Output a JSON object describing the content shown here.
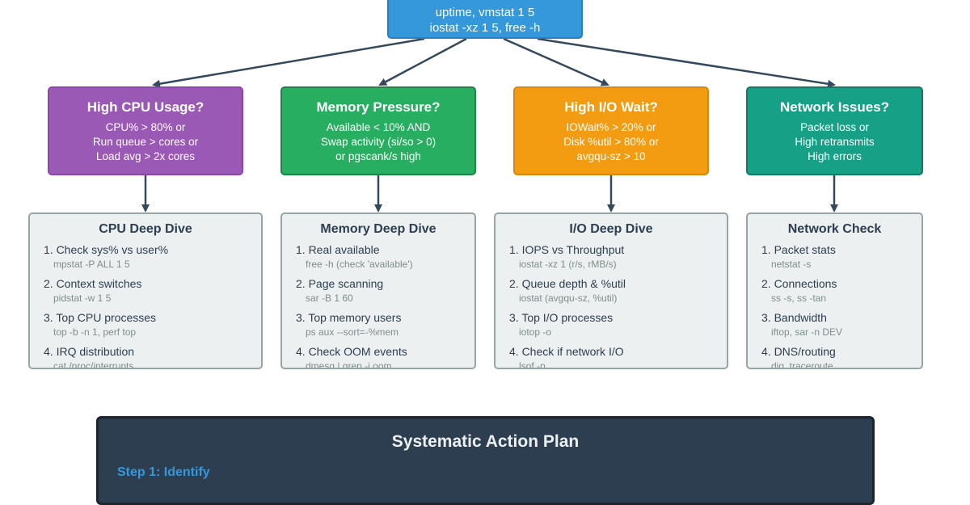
{
  "root": {
    "lines": [
      "uptime, vmstat 1 5",
      "iostat -xz 1 5, free -h"
    ]
  },
  "categories": [
    {
      "title": "High CPU Usage?",
      "lines": [
        "CPU% > 80% or",
        "Run queue > cores or",
        "Load avg > 2x cores"
      ],
      "color": "#9b59b6"
    },
    {
      "title": "Memory Pressure?",
      "lines": [
        "Available < 10% AND",
        "Swap activity (si/so > 0)",
        "or pgscank/s high"
      ],
      "color": "#27ae60"
    },
    {
      "title": "High I/O Wait?",
      "lines": [
        "IOWait% > 20% or",
        "Disk %util > 80% or",
        "avgqu-sz > 10"
      ],
      "color": "#f39c12"
    },
    {
      "title": "Network Issues?",
      "lines": [
        "Packet loss or",
        "High retransmits",
        "High errors"
      ],
      "color": "#16a085"
    }
  ],
  "dives": [
    {
      "title": "CPU Deep Dive",
      "steps": [
        {
          "label": "1. Check sys% vs user%",
          "cmd": "mpstat -P ALL 1 5"
        },
        {
          "label": "2. Context switches",
          "cmd": "pidstat -w 1 5"
        },
        {
          "label": "3. Top CPU processes",
          "cmd": "top -b -n 1, perf top"
        },
        {
          "label": "4. IRQ distribution",
          "cmd": "cat /proc/interrupts"
        }
      ]
    },
    {
      "title": "Memory Deep Dive",
      "steps": [
        {
          "label": "1. Real available",
          "cmd": "free -h (check 'available')"
        },
        {
          "label": "2. Page scanning",
          "cmd": "sar -B 1 60"
        },
        {
          "label": "3. Top memory users",
          "cmd": "ps aux --sort=-%mem"
        },
        {
          "label": "4. Check OOM events",
          "cmd": "dmesg | grep -i oom"
        }
      ]
    },
    {
      "title": "I/O Deep Dive",
      "steps": [
        {
          "label": "1. IOPS vs Throughput",
          "cmd": "iostat -xz 1 (r/s, rMB/s)"
        },
        {
          "label": "2. Queue depth & %util",
          "cmd": "iostat (avgqu-sz, %util)"
        },
        {
          "label": "3. Top I/O processes",
          "cmd": "iotop -o"
        },
        {
          "label": "4. Check if network I/O",
          "cmd": "lsof -p"
        }
      ]
    },
    {
      "title": "Network Check",
      "steps": [
        {
          "label": "1. Packet stats",
          "cmd": "netstat -s"
        },
        {
          "label": "2. Connections",
          "cmd": "ss -s, ss -tan"
        },
        {
          "label": "3. Bandwidth",
          "cmd": "iftop, sar -n DEV"
        },
        {
          "label": "4. DNS/routing",
          "cmd": "dig, traceroute"
        }
      ]
    }
  ],
  "plan": {
    "title": "Systematic Action Plan",
    "step1_label": "Step 1: Identify"
  },
  "colors": {
    "arrow": "#34495e",
    "dive_bg": "#ecf0f1",
    "plan_bg": "#2c3e50",
    "plan_step": "#3498db"
  }
}
